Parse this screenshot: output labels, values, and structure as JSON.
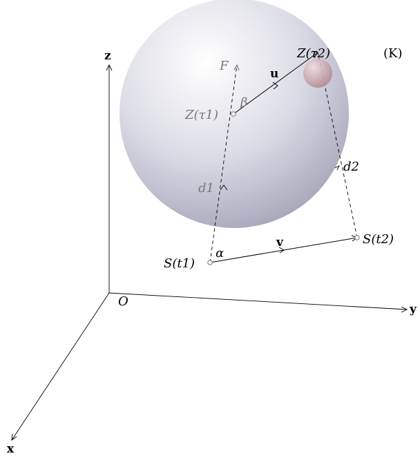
{
  "axes": {
    "x_label": "x",
    "y_label": "y",
    "z_label": "z",
    "origin_label": "O"
  },
  "body_label": "(K)",
  "points": {
    "z_tau1": "Z(τ1)",
    "z_tau2": "Z(τ2)",
    "s_t1": "S(t1)",
    "s_t2": "S(t2)",
    "f": "F"
  },
  "vectors": {
    "u": "u",
    "v": "v"
  },
  "distances": {
    "d1": "d1",
    "d2": "d2"
  },
  "angles": {
    "alpha": "α",
    "beta": "β"
  },
  "colors": {
    "sphere": "#d8d8e4",
    "small_sphere": "#c9a3ab",
    "gray_label": "#777777",
    "line": "#000000"
  }
}
